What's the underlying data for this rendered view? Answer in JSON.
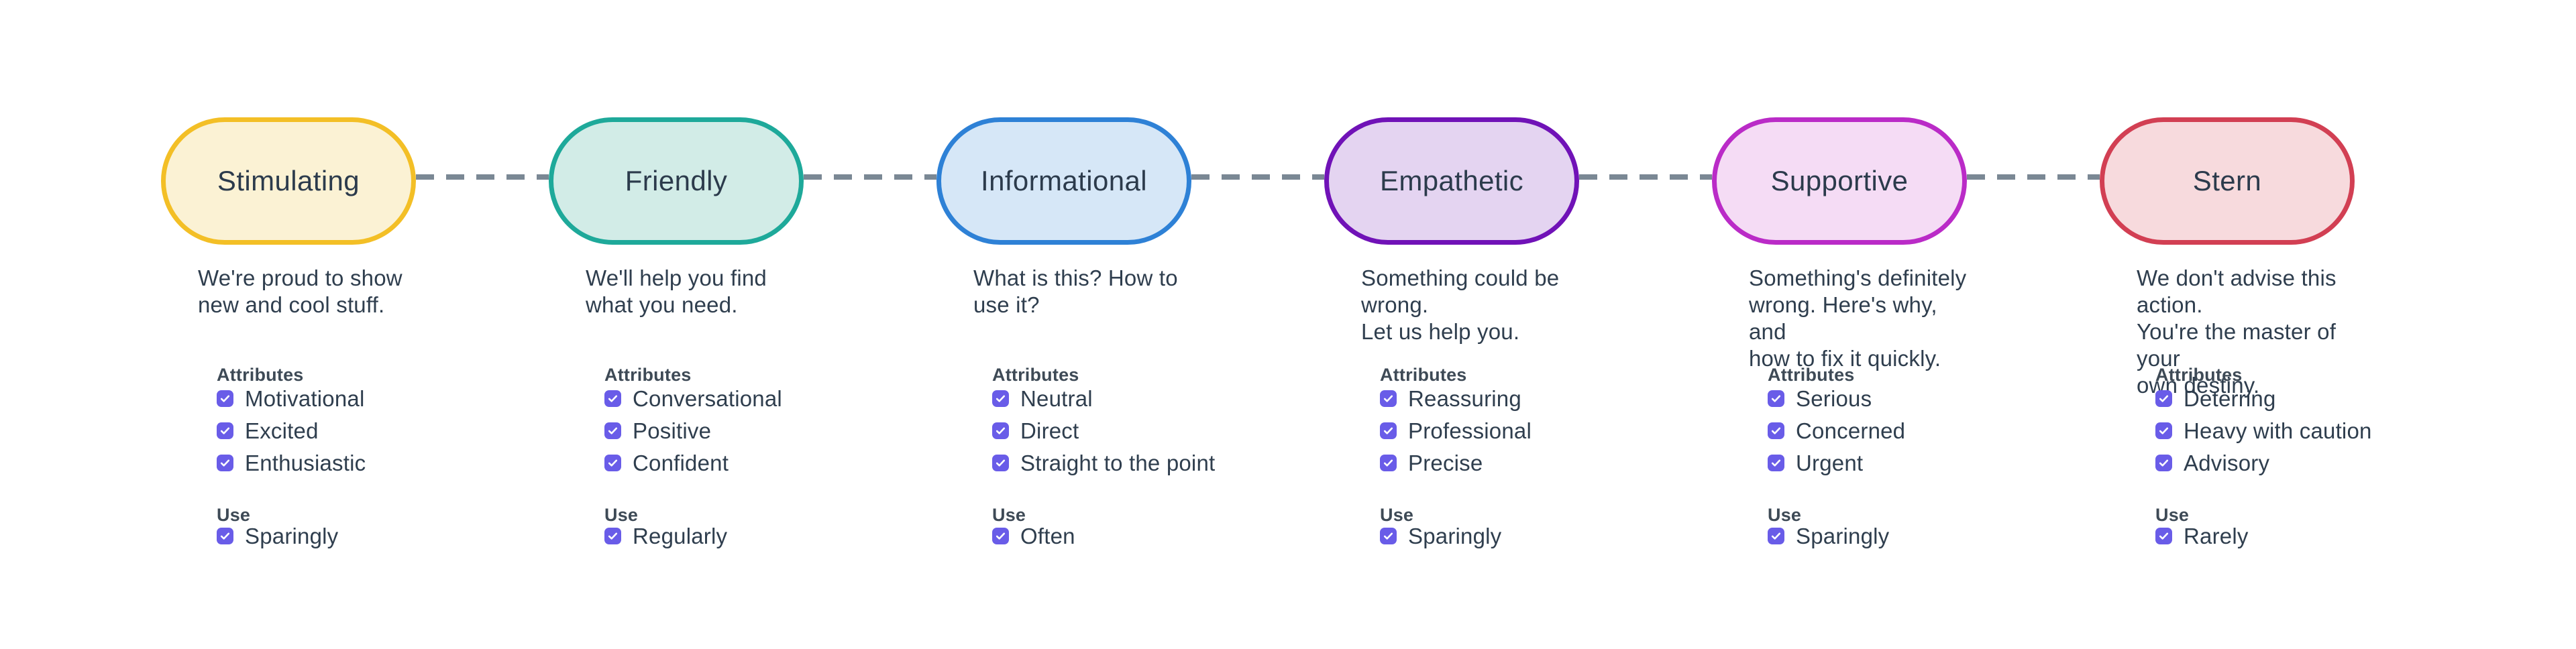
{
  "palette": {
    "background": "#FFFFFF",
    "text": "#2F3E4E",
    "heading": "#3E4A56",
    "connector": "#7A8894",
    "checkbox": "#695CE8"
  },
  "labels": {
    "attributes": "Attributes",
    "use": "Use"
  },
  "tones": [
    {
      "name": "Stimulating",
      "pill_fill": "#FBF2D4",
      "pill_border": "#F3BF26",
      "description": "We're proud to show\nnew and cool stuff.",
      "attributes": [
        {
          "label": "Motivational",
          "checked": true
        },
        {
          "label": "Excited",
          "checked": true
        },
        {
          "label": "Enthusiastic",
          "checked": true
        }
      ],
      "use": {
        "label": "Sparingly",
        "checked": true
      }
    },
    {
      "name": "Friendly",
      "pill_fill": "#D2ECE7",
      "pill_border": "#1EA99A",
      "description": "We'll help you find\nwhat you need.",
      "attributes": [
        {
          "label": "Conversational",
          "checked": true
        },
        {
          "label": "Positive",
          "checked": true
        },
        {
          "label": "Confident",
          "checked": true
        }
      ],
      "use": {
        "label": "Regularly",
        "checked": true
      }
    },
    {
      "name": "Informational",
      "pill_fill": "#D6E7F7",
      "pill_border": "#2E81D6",
      "description": "What is this? How to\nuse it?",
      "attributes": [
        {
          "label": "Neutral",
          "checked": true
        },
        {
          "label": "Direct",
          "checked": true
        },
        {
          "label": "Straight to the point",
          "checked": true
        }
      ],
      "use": {
        "label": "Often",
        "checked": true
      }
    },
    {
      "name": "Empathetic",
      "pill_fill": "#E4D4F1",
      "pill_border": "#7012B7",
      "description": "Something could be wrong.\nLet us help you.",
      "attributes": [
        {
          "label": "Reassuring",
          "checked": true
        },
        {
          "label": "Professional",
          "checked": true
        },
        {
          "label": "Precise",
          "checked": true
        }
      ],
      "use": {
        "label": "Sparingly",
        "checked": true
      }
    },
    {
      "name": "Supportive",
      "pill_fill": "#F5DCF5",
      "pill_border": "#BA2BC7",
      "description": "Something's definitely\nwrong. Here's why, and\nhow to fix it quickly.",
      "attributes": [
        {
          "label": "Serious",
          "checked": true
        },
        {
          "label": "Concerned",
          "checked": true
        },
        {
          "label": "Urgent",
          "checked": true
        }
      ],
      "use": {
        "label": "Sparingly",
        "checked": true
      }
    },
    {
      "name": "Stern",
      "pill_fill": "#F7DADD",
      "pill_border": "#D23F53",
      "description": "We don't advise this action.\nYou're the master of your\nown destiny.",
      "attributes": [
        {
          "label": "Deterring",
          "checked": true
        },
        {
          "label": "Heavy with caution",
          "checked": true
        },
        {
          "label": "Advisory",
          "checked": true
        }
      ],
      "use": {
        "label": "Rarely",
        "checked": true
      }
    }
  ]
}
